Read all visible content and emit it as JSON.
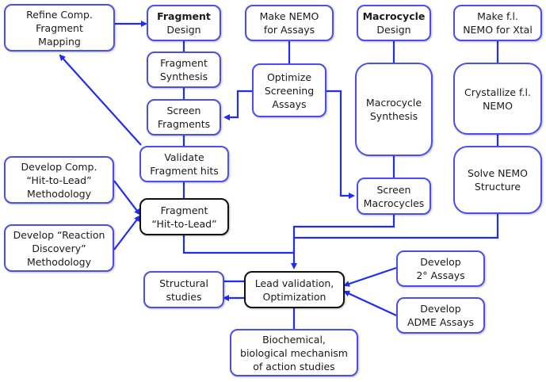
{
  "colors": {
    "link": "#1f2cf5",
    "box_border": "#4a4df0",
    "key_border": "#111111"
  },
  "nodes": {
    "refine_mapping": {
      "lines": [
        "Refine Comp.",
        "Fragment",
        "Mapping"
      ]
    },
    "fragment_design": {
      "bold": "Fragment",
      "rest": "Design"
    },
    "fragment_synthesis": {
      "lines": [
        "Fragment",
        "Synthesis"
      ]
    },
    "screen_fragments": {
      "lines": [
        "Screen",
        "Fragments"
      ]
    },
    "validate_hits": {
      "lines": [
        "Validate",
        "Fragment hits"
      ]
    },
    "hit_to_lead": {
      "lines": [
        "Fragment",
        "“Hit-to-Lead”"
      ]
    },
    "develop_comp": {
      "lines": [
        "Develop Comp.",
        "“Hit-to-Lead”",
        "Methodology"
      ]
    },
    "develop_reaction": {
      "lines": [
        "Develop “Reaction",
        "Discovery”",
        "Methodology"
      ]
    },
    "make_nemo_assays": {
      "lines": [
        "Make NEMO",
        "for Assays"
      ]
    },
    "optimize_assays": {
      "lines": [
        "Optimize",
        "Screening",
        "Assays"
      ]
    },
    "macrocycle_design": {
      "bold": "Macrocycle",
      "rest": "Design"
    },
    "macrocycle_synthesis": {
      "lines": [
        "Macrocycle",
        "Synthesis"
      ]
    },
    "screen_macrocycles": {
      "lines": [
        "Screen",
        "Macrocycles"
      ]
    },
    "make_fl_nemo": {
      "lines": [
        "Make f.l.",
        "NEMO for Xtal"
      ]
    },
    "crystallize": {
      "lines": [
        "Crystallize f.l.",
        "NEMO"
      ]
    },
    "solve_structure": {
      "lines": [
        "Solve NEMO",
        "Structure"
      ]
    },
    "structural_studies": {
      "lines": [
        "Structural",
        "studies"
      ]
    },
    "lead_validation": {
      "lines": [
        "Lead validation,",
        "Optimization"
      ]
    },
    "develop_2_assays": {
      "lines": [
        "Develop",
        "2° Assays"
      ]
    },
    "develop_adme": {
      "lines": [
        "Develop",
        "ADME Assays"
      ]
    },
    "biochemical": {
      "lines": [
        "Biochemical,",
        "biological mechanism",
        "of action studies"
      ]
    }
  }
}
